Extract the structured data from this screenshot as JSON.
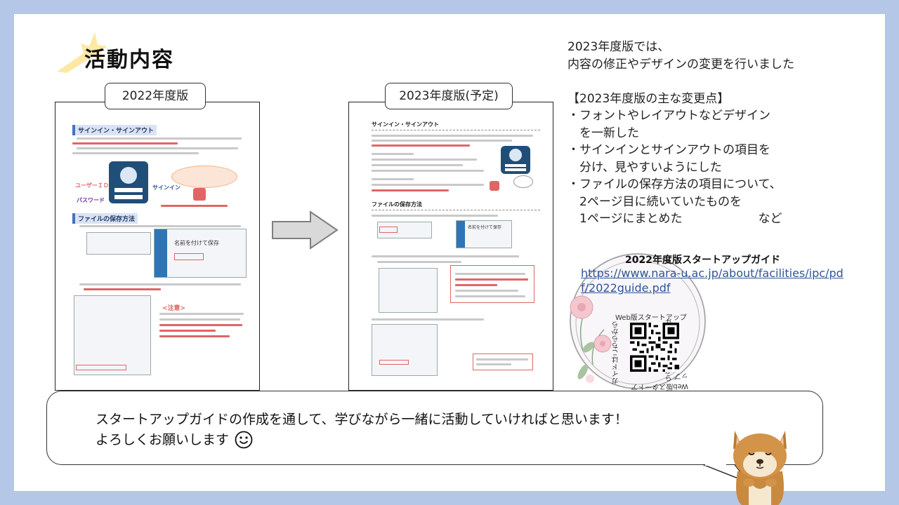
{
  "slide": {
    "title": "活動内容"
  },
  "left_doc": {
    "label": "2022年度版",
    "section1": "サインイン・サインアウト",
    "user_id_label": "ユーザーＩＤ",
    "password_label": "パスワード",
    "signin_label": "サインイン",
    "section2": "ファイルの保存方法",
    "save_as_label": "名前を付けて保存",
    "caution_label": "<注意>"
  },
  "right_doc": {
    "label": "2023年度版(予定)",
    "section1": "サインイン・サインアウト",
    "section2": "ファイルの保存方法",
    "save_as_label": "名前を付けて保存"
  },
  "notes": {
    "intro_line1": "2023年度版では、",
    "intro_line2": "内容の修正やデザインの変更を行いました",
    "heading": "【2023年度版の主な変更点】",
    "bullet1_line1": "・フォントやレイアウトなどデザイン",
    "bullet1_line2": "　を一新した",
    "bullet2_line1": "・サインインとサインアウトの項目を",
    "bullet2_line2": "　分け、見やすいようにした",
    "bullet3_line1": "・ファイルの保存方法の項目について、",
    "bullet3_line2": "　2ページ目に続いていたものを",
    "bullet3_line3": "　1ページにまとめた",
    "bullet3_suffix": "など"
  },
  "guide": {
    "title": "2022年度版スタートアップガイド",
    "url": "https://www.nara-u.ac.jp/about/facilities/ipc/pdf/2022guide.pdf",
    "qr_top": "Web版スタートアップ",
    "qr_right": "ガイドはこちらから",
    "qr_bottom": "Web版スタートアップ",
    "qr_left": "ガイドはこちらから"
  },
  "message": {
    "line1": "スタートアップガイドの作成を通して、学びながら一緒に活動していければと思います！",
    "line2": "よろしくお願いします"
  },
  "colors": {
    "background": "#b4c7e7",
    "link": "#2f5597",
    "accent_red": "#e06666",
    "heading_blue": "#1f3864"
  }
}
